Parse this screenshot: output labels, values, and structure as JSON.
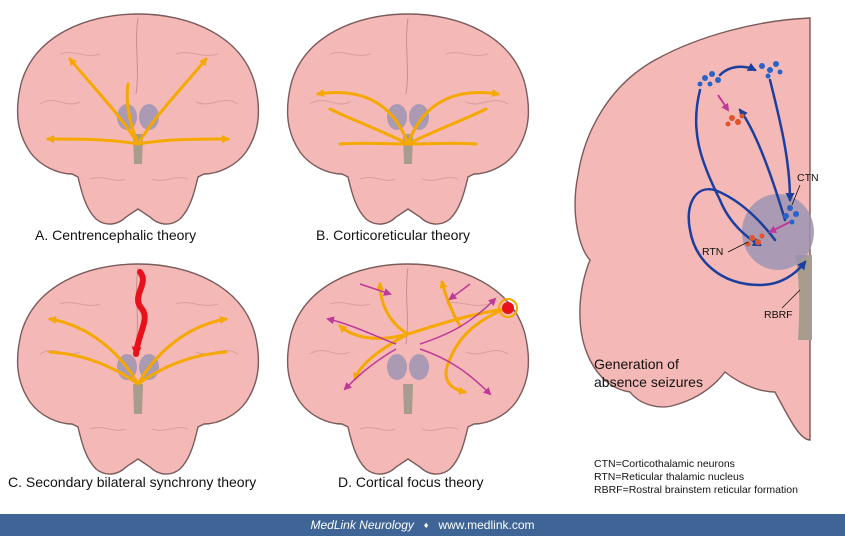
{
  "panels": {
    "a": "A. Centrencephalic theory",
    "b": "B. Corticoreticular theory",
    "c": "C. Secondary bilateral synchrony theory",
    "d": "D. Cortical focus theory"
  },
  "right_panel": {
    "title_line1": "Generation of",
    "title_line2": "absence seizures",
    "ctn": "CTN",
    "rtn": "RTN",
    "rbrf": "RBRF"
  },
  "legend": {
    "ctn": "CTN=Corticothalamic neurons",
    "rtn": "RTN=Reticular thalamic nucleus",
    "rbrf": "RBRF=Rostral brainstem reticular formation"
  },
  "footer": {
    "brand": "MedLink Neurology",
    "separator": "♦",
    "url": "www.medlink.com"
  },
  "colors": {
    "brain": "#f4b9b6",
    "outline": "#7a5a5a",
    "orange_arrow": "#f5a800",
    "magenta_arrow": "#c0399a",
    "red_arrow": "#e8101a",
    "blue_circuit": "#1b3f9e",
    "thalamus": "#9c94b3",
    "footer_bar": "#3f6496"
  }
}
